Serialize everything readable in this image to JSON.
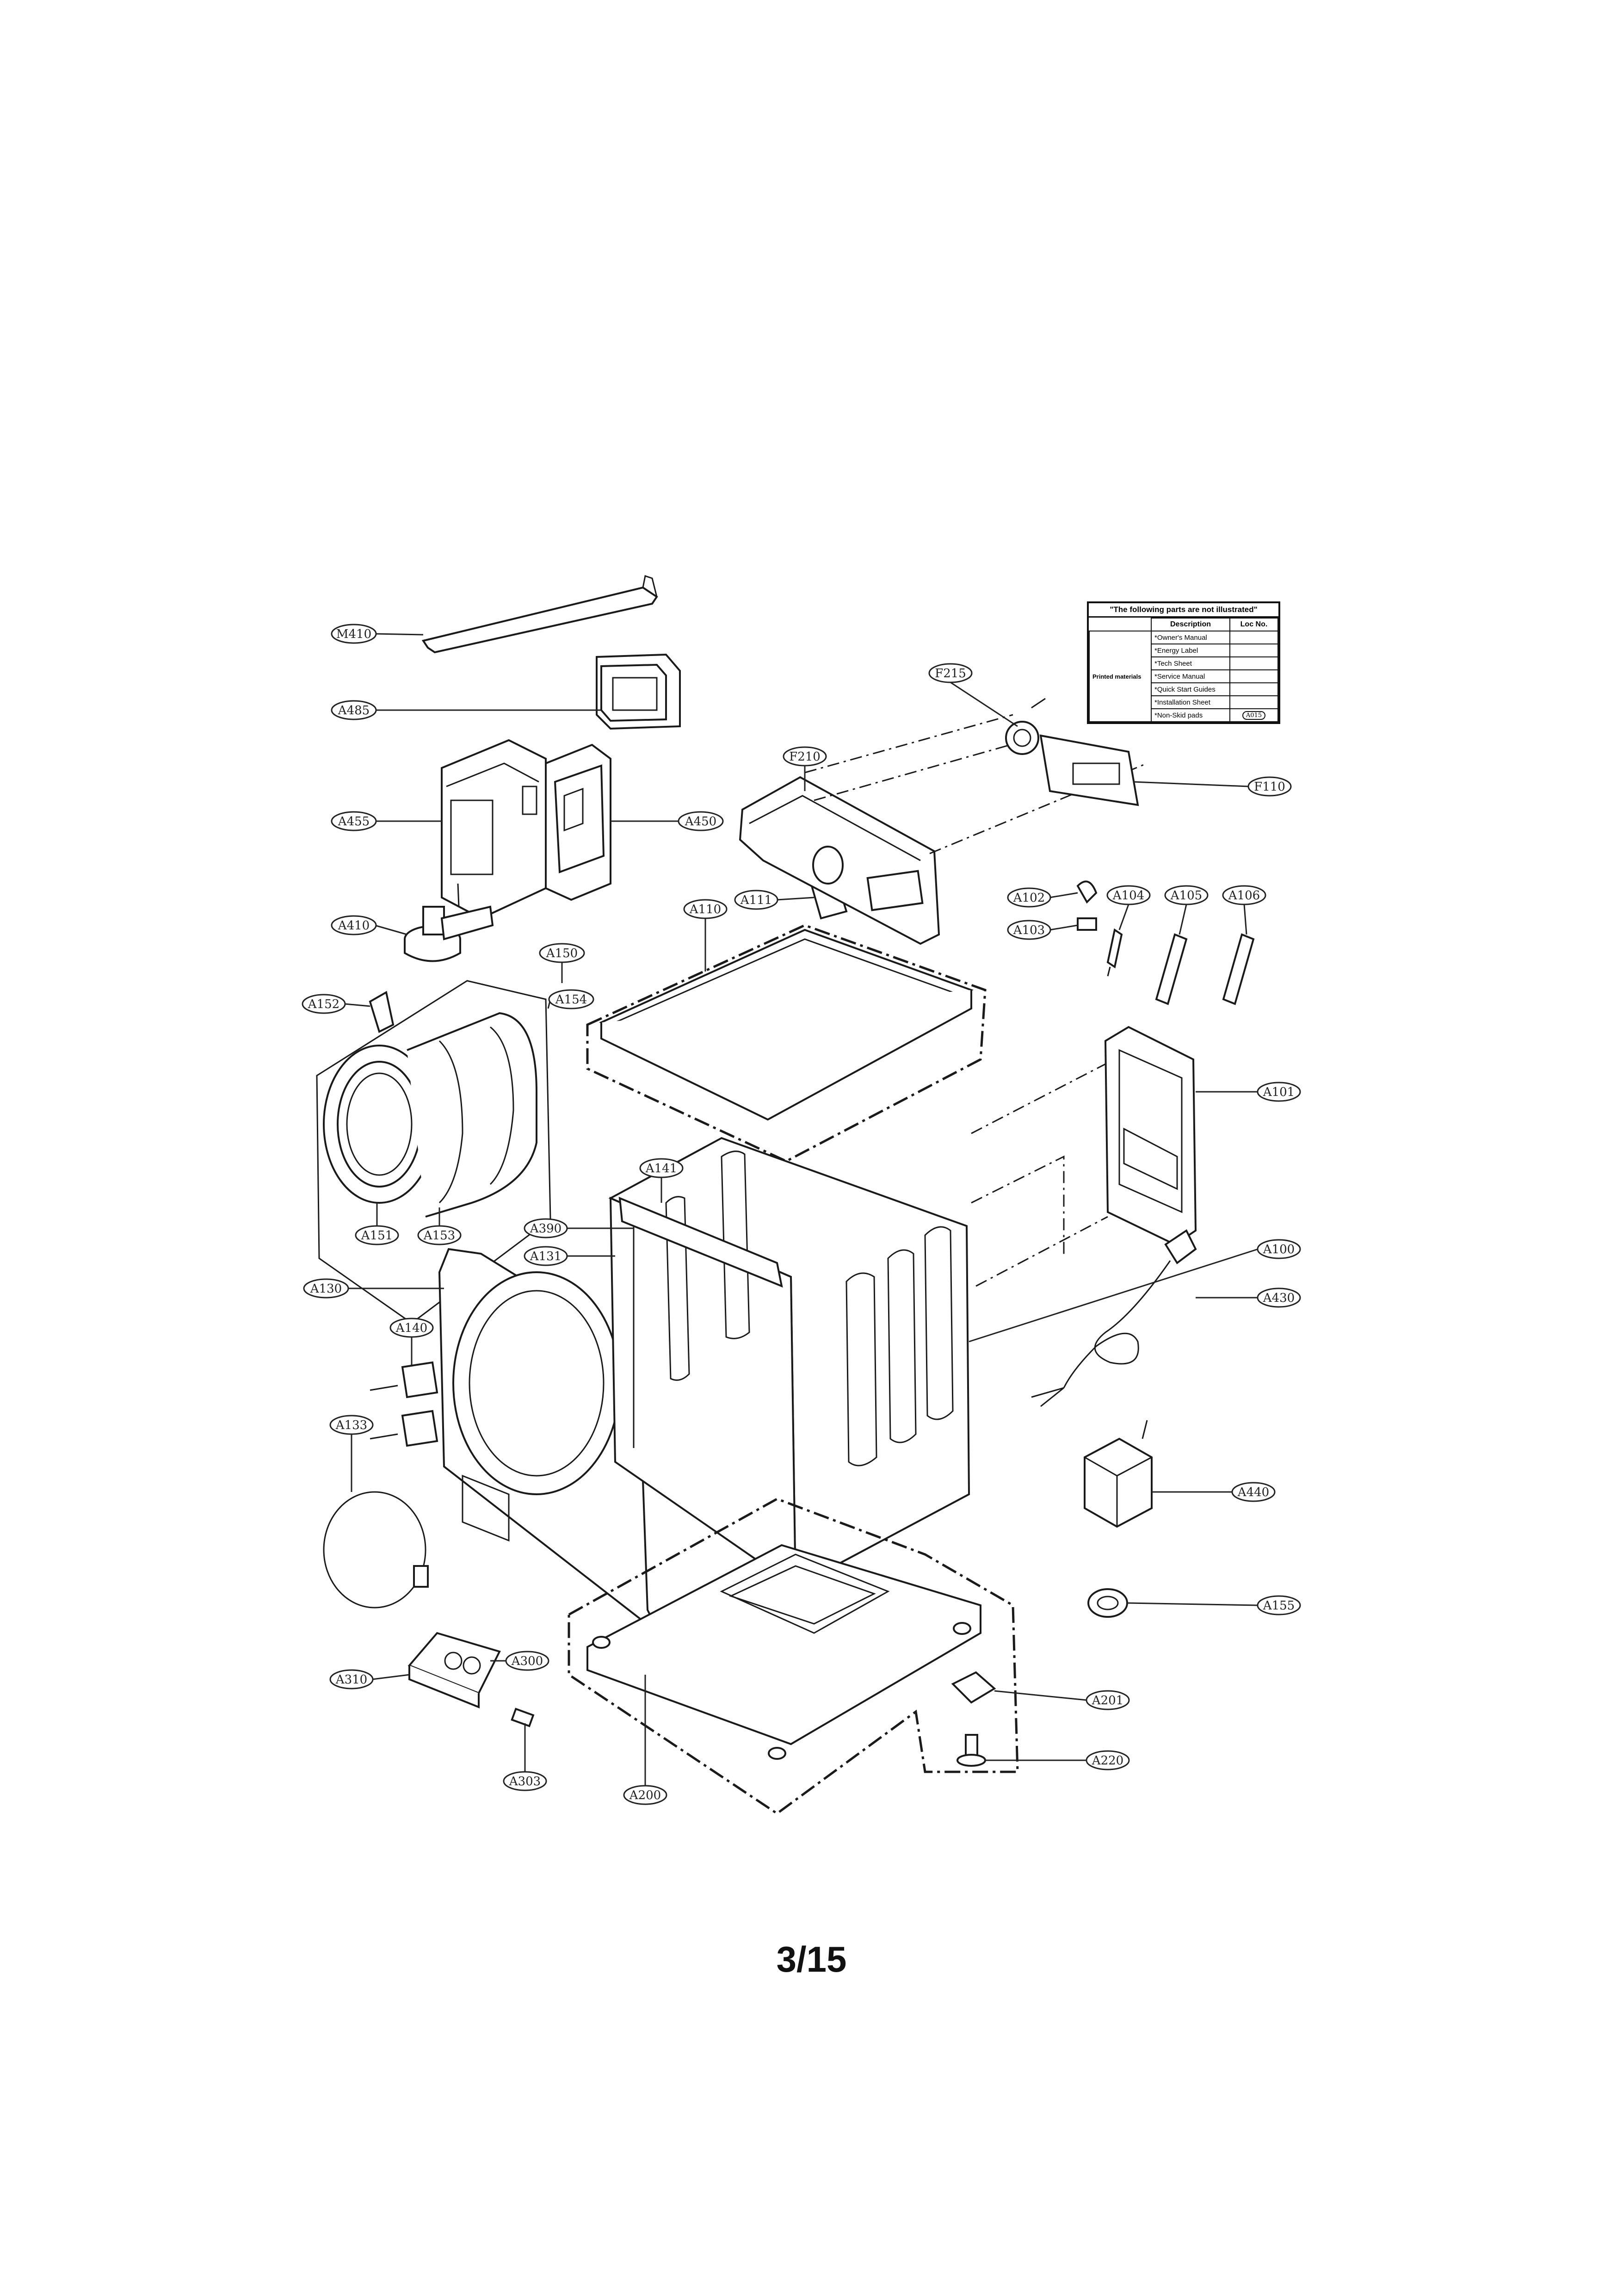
{
  "legend": {
    "title": "\"The following parts are not illustrated\"",
    "col_description": "Description",
    "col_loc": "Loc No.",
    "group": "Printed materials",
    "items": [
      {
        "description": "*Owner's Manual",
        "loc": ""
      },
      {
        "description": "*Energy Label",
        "loc": ""
      },
      {
        "description": "*Tech Sheet",
        "loc": ""
      },
      {
        "description": "*Service Manual",
        "loc": ""
      },
      {
        "description": "*Quick Start Guides",
        "loc": ""
      },
      {
        "description": "*Installation Sheet",
        "loc": ""
      },
      {
        "description": "*Non-Skid pads",
        "loc": "A015"
      }
    ]
  },
  "callouts": {
    "M410": "M410",
    "A485": "A485",
    "A455": "A455",
    "A450": "A450",
    "A410": "A410",
    "A150": "A150",
    "A152": "A152",
    "A154": "A154",
    "A151": "A151",
    "A153": "A153",
    "A130": "A130",
    "A140": "A140",
    "A133": "A133",
    "A310": "A310",
    "A300": "A300",
    "A303": "A303",
    "A200": "A200",
    "A390": "A390",
    "A131": "A131",
    "A141": "A141",
    "A110": "A110",
    "A111": "A111",
    "F210": "F210",
    "F215": "F215",
    "F110": "F110",
    "A102": "A102",
    "A103": "A103",
    "A104": "A104",
    "A105": "A105",
    "A106": "A106",
    "A101": "A101",
    "A100": "A100",
    "A430": "A430",
    "A440": "A440",
    "A155": "A155",
    "A201": "A201",
    "A220": "A220"
  },
  "page_number": "3/15"
}
